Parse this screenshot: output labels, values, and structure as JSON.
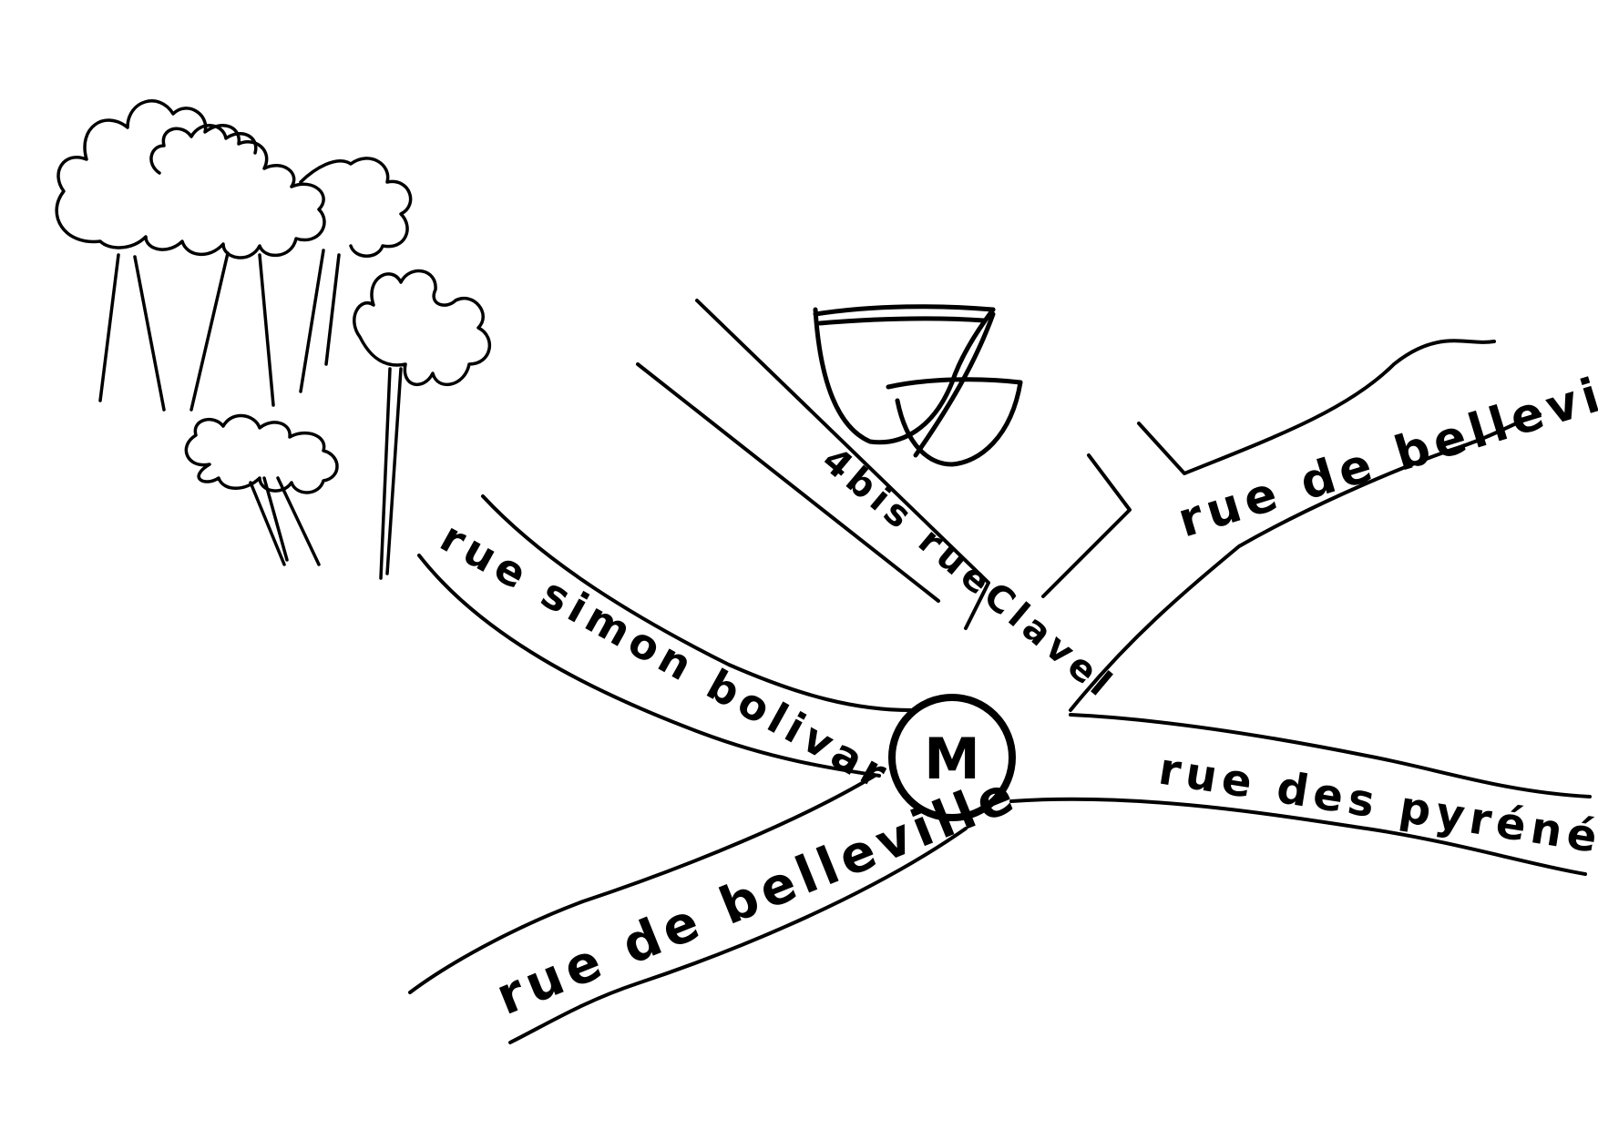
{
  "map": {
    "streets": {
      "rue_de_belleville_ne": "rue de belleville",
      "rue_des_pyrenees": "rue des pyrénées",
      "rue_simon_bolivar": "rue simon bolivar",
      "rue_de_belleville_sw": "rue de belleville",
      "rue_clavel": "4bis rueClavel"
    },
    "metro_symbol": "M",
    "icons": [
      "trees-icon",
      "cups-icon",
      "metro-icon"
    ],
    "ink_color": "#000000",
    "paper_color": "#ffffff"
  }
}
